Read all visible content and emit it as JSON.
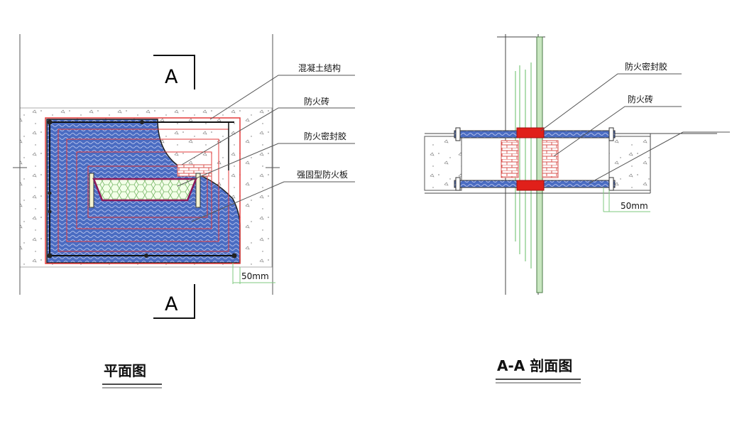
{
  "plan": {
    "title": "平面图",
    "section_mark": "A",
    "labels": [
      "混凝土结构",
      "防火砖",
      "防火密封胶",
      "强固型防火板"
    ],
    "dimension": "50mm"
  },
  "section": {
    "title": "A-A 剖面图",
    "labels": [
      "防火密封胶",
      "防火砖"
    ],
    "dimension": "50mm"
  },
  "colors": {
    "board": "#4a6cc2",
    "sealant": "#e0201a",
    "outline_red": "#e33b3b",
    "cable": "#7fc97f",
    "brick": "#d9534f"
  }
}
